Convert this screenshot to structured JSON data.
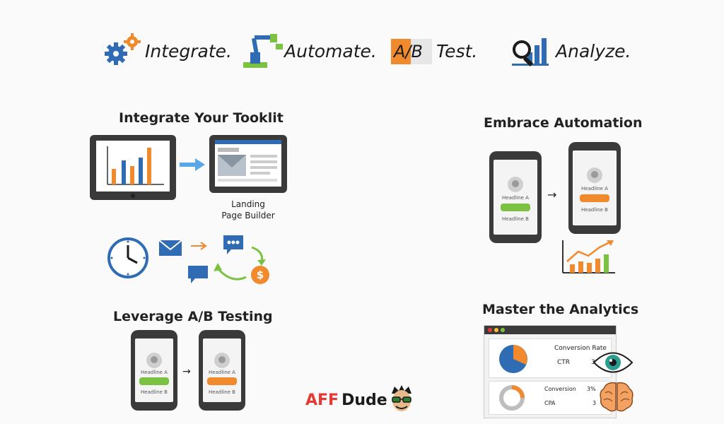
{
  "header": {
    "integrate": "Integrate.",
    "automate": "Automate.",
    "ab_test_badge": "A/B",
    "ab_test": "Test.",
    "analyze": "Analyze."
  },
  "integrate_section": {
    "title": "Integrate Your Tooklit",
    "caption_line1": "Landing",
    "caption_line2": "Page Builder"
  },
  "automation_section": {
    "title": "Embrace Automation",
    "phone1": {
      "headline_a": "Headline A",
      "headline_b": "Headline B"
    },
    "phone2": {
      "headline_a": "Headline A",
      "headline_b": "Headline B"
    }
  },
  "ab_section": {
    "title": "Leverage A/B Testing",
    "phone1": {
      "headline_a": "Headline A",
      "headline_b": "Headline B"
    },
    "phone2": {
      "headline_a": "Headline A",
      "headline_b": "Headline B"
    }
  },
  "analytics_section": {
    "title": "Master the Analytics",
    "row1_label": "Conversion Rate",
    "row1_sub": "CTR",
    "row1_value": "32",
    "row2_label": "Conversion",
    "row2_value": "3%",
    "row2_sub": "CPA",
    "row2_sub_value": "3"
  },
  "brand": {
    "aff": "AFF",
    "dude": "Dude"
  },
  "colors": {
    "blue": "#2f6cb3",
    "orange": "#f08a2c",
    "green": "#7cc242",
    "dark": "#3a3a3a"
  }
}
